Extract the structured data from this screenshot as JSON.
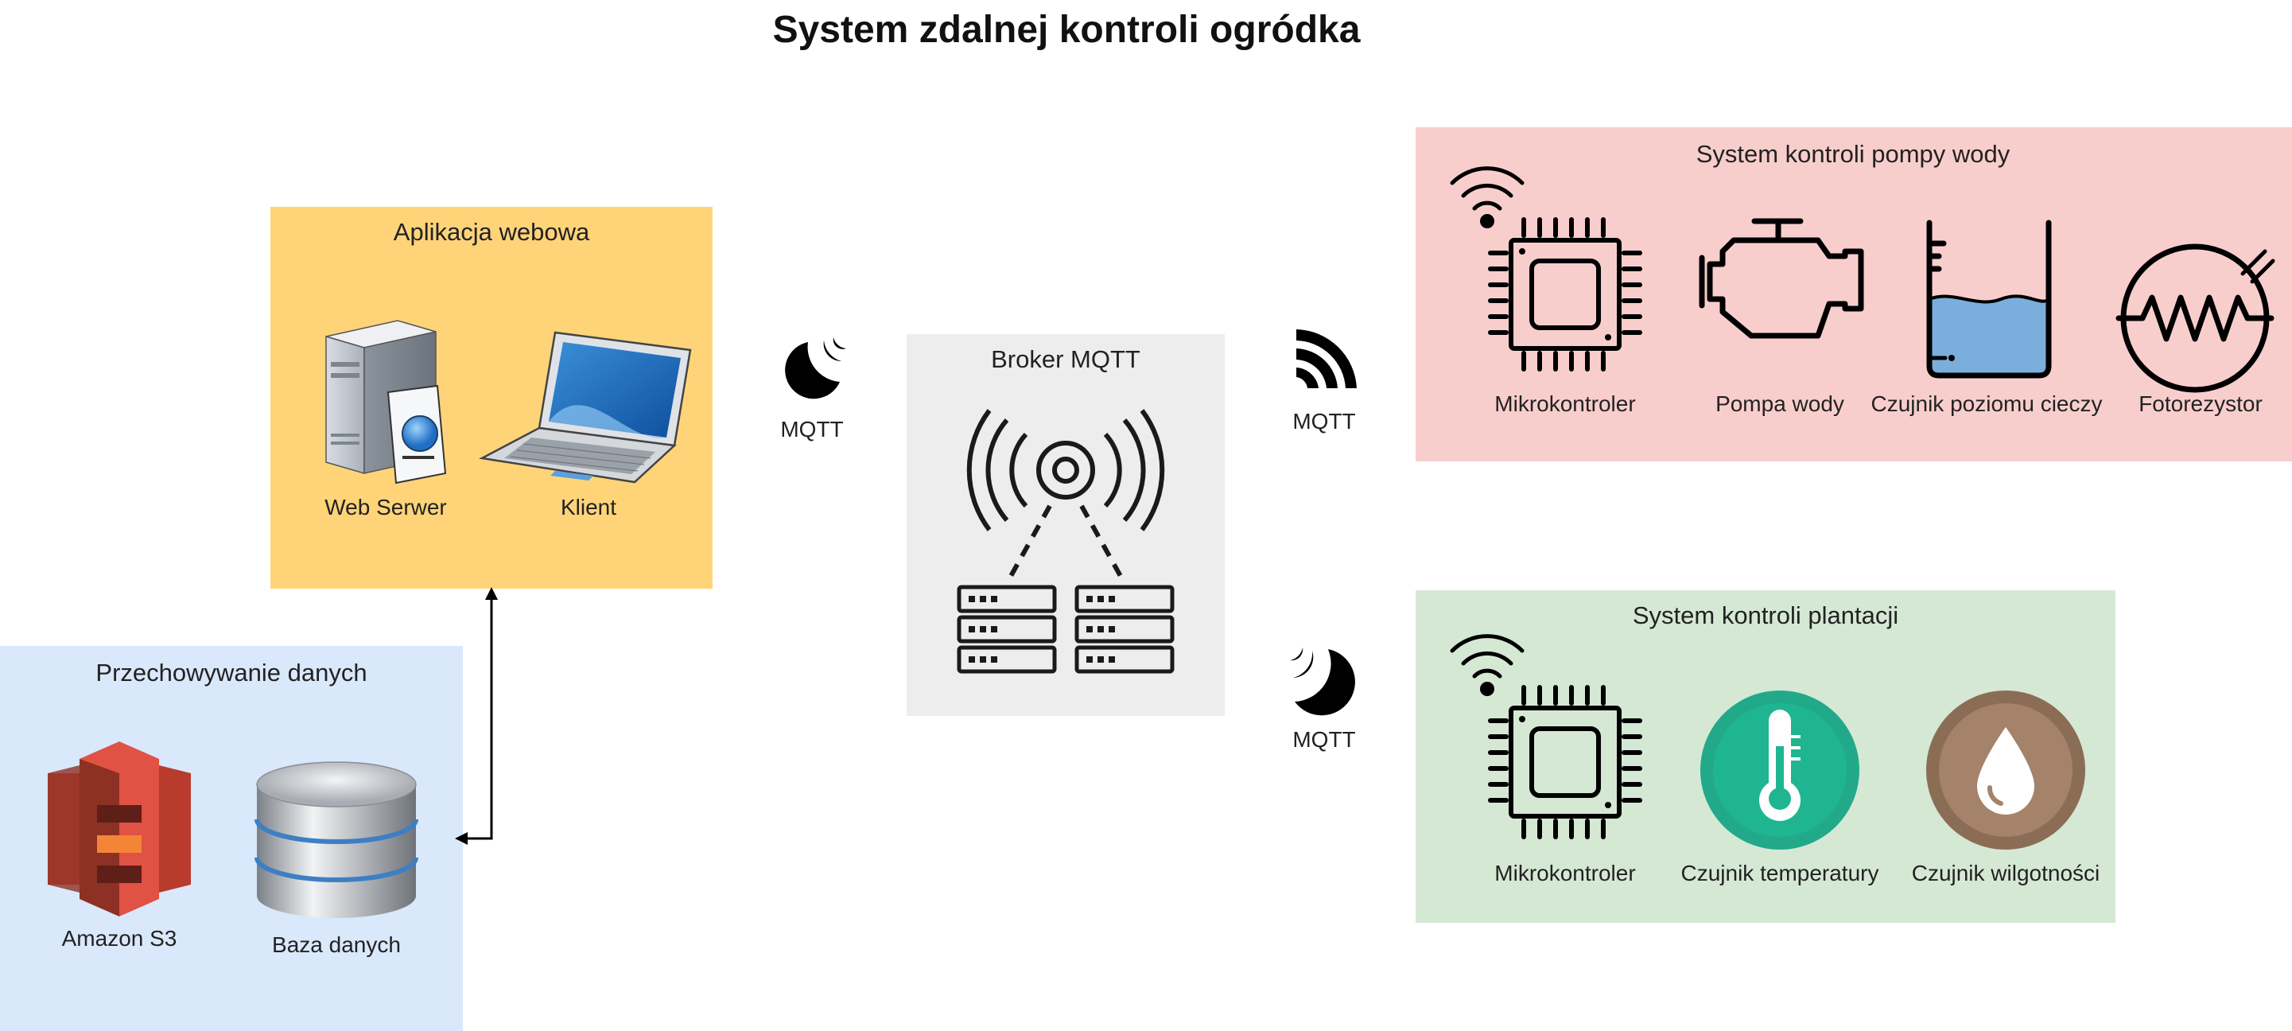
{
  "title": "System zdalnej kontroli ogródka",
  "web_app": {
    "title": "Aplikacja webowa",
    "color": "#FFD479",
    "items": {
      "server": "Web Serwer",
      "client": "Klient"
    }
  },
  "storage": {
    "title": "Przechowywanie danych",
    "color": "#DAE8FC",
    "items": {
      "s3": "Amazon S3",
      "db": "Baza danych"
    }
  },
  "broker": {
    "title": "Broker MQTT",
    "color": "#EDEDED"
  },
  "protocol_labels": {
    "left": "MQTT",
    "top_right": "MQTT",
    "bottom_right": "MQTT"
  },
  "pump_system": {
    "title": "System kontroli pompy wody",
    "color": "#F8CECC",
    "items": {
      "mcu": "Mikrokontroler",
      "pump": "Pompa wody",
      "level": "Czujnik poziomu cieczy",
      "photo": "Fotorezystor"
    }
  },
  "plant_system": {
    "title": "System kontroli plantacji",
    "color": "#D5E8D4",
    "items": {
      "mcu": "Mikrokontroler",
      "temp": "Czujnik temperatury",
      "humidity": "Czujnik wilgotności"
    }
  },
  "icons": {
    "server": "server-icon",
    "laptop": "laptop-icon",
    "s3": "amazon-s3-icon",
    "db": "database-icon",
    "broker": "broadcast-servers-icon",
    "mqtt": "mqtt-icon",
    "wifi": "wifi-icon",
    "mcu": "microcontroller-icon",
    "pump": "engine-pump-icon",
    "level": "liquid-level-icon",
    "photo": "photoresistor-icon",
    "temp": "thermometer-icon",
    "humidity": "water-drop-icon"
  }
}
